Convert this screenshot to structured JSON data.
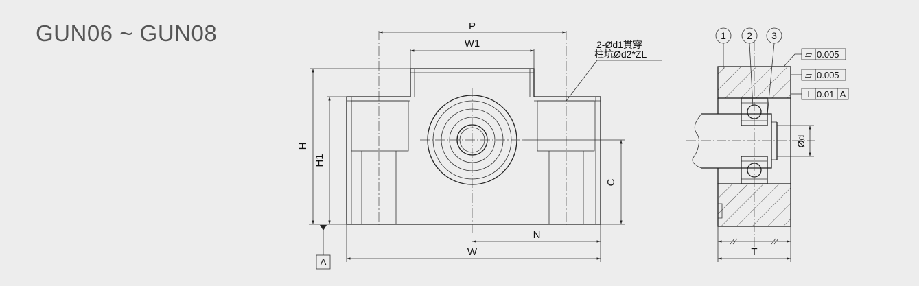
{
  "title": "GUN06 ~ GUN08",
  "front_view": {
    "dims": {
      "P": "P",
      "W1": "W1",
      "H": "H",
      "H1": "H1",
      "C": "C",
      "N": "N",
      "W": "W",
      "datum": "A"
    },
    "callout": {
      "line1": "2-Ød1貫穿",
      "line2": "柱坑Ød2*ZL"
    }
  },
  "side_view": {
    "balloons": [
      "1",
      "2",
      "3"
    ],
    "tolerances": [
      {
        "symbol": "▱",
        "value": "0.005",
        "datum": ""
      },
      {
        "symbol": "▱",
        "value": "0.005",
        "datum": ""
      },
      {
        "symbol": "⊥",
        "value": "0.01",
        "datum": "A"
      }
    ],
    "dims": {
      "d": "Ød",
      "T": "T"
    }
  }
}
